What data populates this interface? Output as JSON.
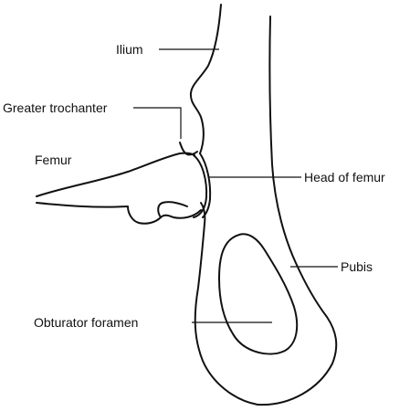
{
  "labels": {
    "ilium": "Ilium",
    "greater_trochanter": "Greater trochanter",
    "femur": "Femur",
    "head_of_femur": "Head of femur",
    "pubis": "Pubis",
    "obturator_foramen": "Obturator foramen"
  }
}
